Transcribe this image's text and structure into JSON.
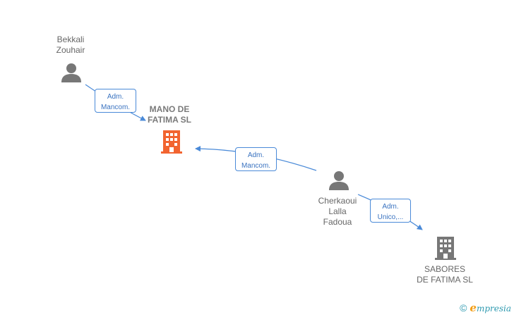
{
  "nodes": {
    "person_1": {
      "label": "Bekkali\nZouhair",
      "type": "person",
      "icon": "person-icon"
    },
    "company_main": {
      "label": "MANO DE\nFATIMA  SL",
      "type": "company",
      "icon": "building-icon",
      "color": "#f26430"
    },
    "person_2": {
      "label": "Cherkaoui\nLalla\nFadoua",
      "type": "person",
      "icon": "person-icon"
    },
    "company_2": {
      "label": "SABORES\nDE FATIMA  SL",
      "type": "company",
      "icon": "building-icon",
      "color": "#777777"
    }
  },
  "edges": [
    {
      "from": "person_1",
      "to": "company_main",
      "label": "Adm.\nMancom."
    },
    {
      "from": "person_2",
      "to": "company_main",
      "label": "Adm.\nMancom."
    },
    {
      "from": "person_2",
      "to": "company_2",
      "label": "Adm.\nUnico,..."
    }
  ],
  "colors": {
    "edge": "#4a8ad8",
    "person": "#777777",
    "company_main": "#f26430",
    "company_other": "#777777"
  },
  "watermark": {
    "symbol": "©",
    "brand_initial": "e",
    "brand_rest": "mpresia"
  }
}
